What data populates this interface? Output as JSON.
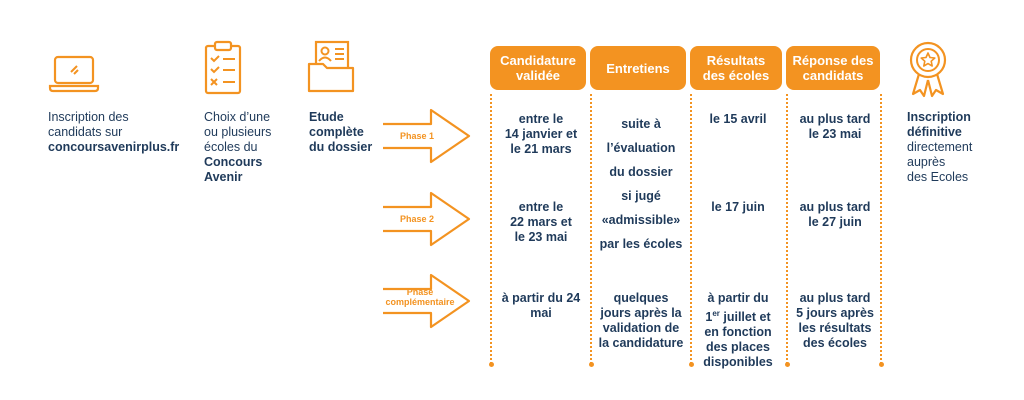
{
  "steps": [
    {
      "lines": [
        "Inscription des",
        "candidats sur"
      ],
      "bold_lines": [
        "concoursavenirplus.fr"
      ]
    },
    {
      "lines": [
        "Choix d’une",
        "ou plusieurs",
        "écoles du"
      ],
      "bold_lines": [
        "Concours",
        "Avenir"
      ]
    },
    {
      "bold_lines": [
        "Etude",
        "complète",
        "du dossier"
      ]
    }
  ],
  "final_step": {
    "bold_lines": [
      "Inscription",
      "définitive"
    ],
    "lines": [
      "directement",
      "auprès",
      "des Ecoles"
    ]
  },
  "headers": [
    {
      "lines": [
        "Candidature",
        "validée"
      ]
    },
    {
      "lines": [
        "Entretiens"
      ]
    },
    {
      "lines": [
        "Résultats",
        "des écoles"
      ]
    },
    {
      "lines": [
        "Réponse des",
        "candidats"
      ]
    }
  ],
  "phases": [
    {
      "label_lines": [
        "Phase 1"
      ]
    },
    {
      "label_lines": [
        "Phase 2"
      ]
    },
    {
      "label_lines": [
        "Phase",
        "complémentaire"
      ]
    }
  ],
  "cells": {
    "validee": [
      [
        "entre le",
        "14 janvier et",
        "le 21 mars"
      ],
      [
        "entre le",
        "22 mars et",
        "le 23 mai"
      ],
      [
        "à partir du 24",
        "mai"
      ]
    ],
    "entretiens_p12": [
      "suite à",
      "l’évaluation",
      "du dossier",
      "si jugé",
      "«admissible»",
      "par les écoles"
    ],
    "entretiens_p3": [
      "quelques",
      "jours après la",
      "validation de",
      "la candidature"
    ],
    "resultats": [
      [
        "le 15 avril"
      ],
      [
        "le 17 juin"
      ],
      [
        "à partir du",
        "1er juillet et",
        "en fonction",
        "des places",
        "disponibles"
      ]
    ],
    "reponse": [
      [
        "au plus tard",
        "le 23 mai"
      ],
      [
        "au plus tard",
        "le 27 juin"
      ],
      [
        "au plus tard",
        "5 jours après",
        "les résultats",
        "des écoles"
      ]
    ]
  },
  "colors": {
    "accent": "#f39321",
    "text": "#1f3a5a"
  },
  "icons": [
    "laptop-icon",
    "checklist-clipboard-icon",
    "folder-profile-icon",
    "award-ribbon-icon"
  ]
}
